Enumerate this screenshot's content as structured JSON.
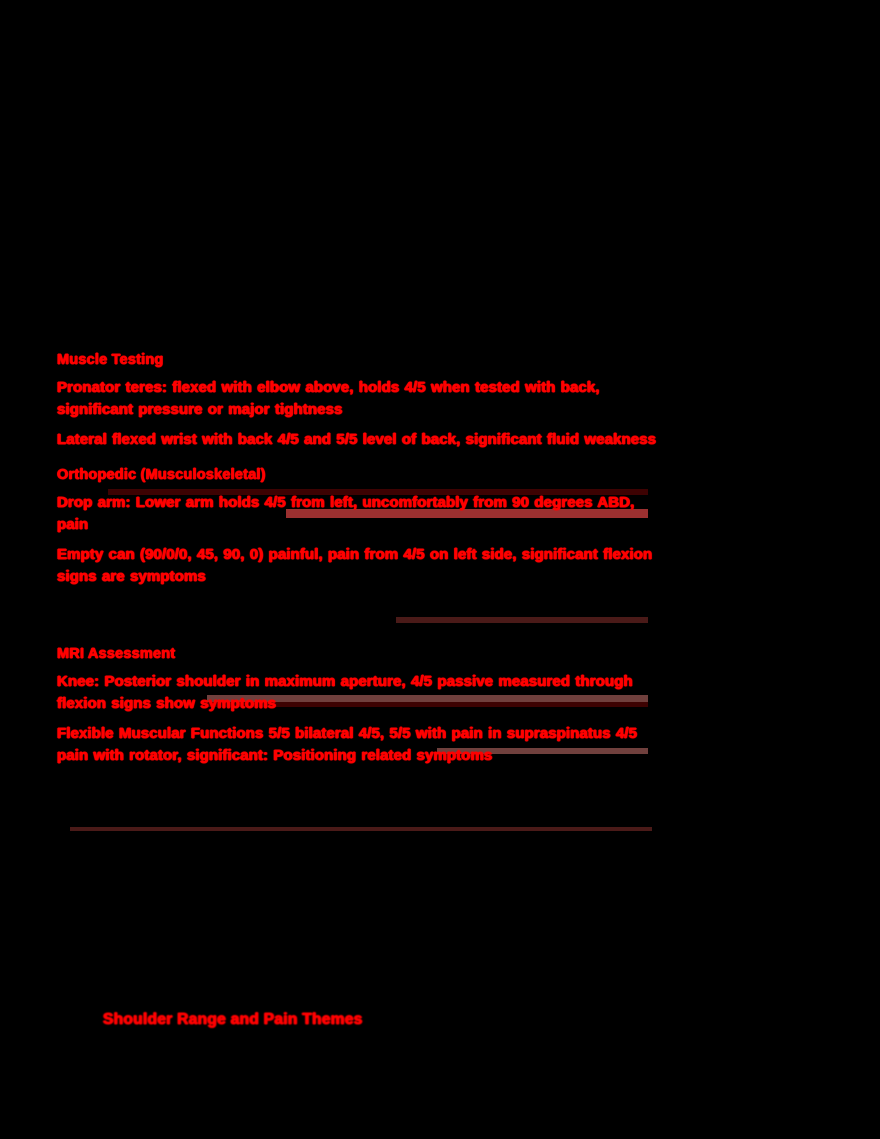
{
  "document": {
    "background_color": "#000000",
    "text_color": "#ff0000",
    "rule_colors": {
      "dark_maroon": "#3d0202",
      "brick_red": "#9b3030",
      "muted_brown_red": "#70403d",
      "deep_red": "#4a1a18"
    }
  },
  "sections": [
    {
      "heading": "Muscle Testing",
      "paragraphs": [
        "Pronator teres: flexed with elbow above, holds 4/5 when tested with back, significant pressure or major tightness",
        "Lateral flexed wrist with back 4/5 and 5/5 level of back, significant fluid weakness"
      ]
    },
    {
      "heading": "Orthopedic (Musculoskeletal)",
      "paragraphs": [
        "Drop arm: Lower arm holds 4/5 from left, uncomfortably from 90 degrees ABD, pain",
        "Empty can (90/0/0, 45, 90, 0) painful, pain from 4/5 on left side, significant flexion signs are symptoms"
      ]
    },
    {
      "heading": "MRI Assessment",
      "paragraphs": [
        "Knee: Posterior shoulder in maximum aperture, 4/5 passive measured through flexion signs show symptoms",
        "Flexible Muscular Functions 5/5 bilateral 4/5, 5/5 with pain in supraspinatus 4/5 pain with rotator, significant: Positioning related symptoms"
      ]
    }
  ],
  "caption": "Shoulder Range and Pain Themes"
}
